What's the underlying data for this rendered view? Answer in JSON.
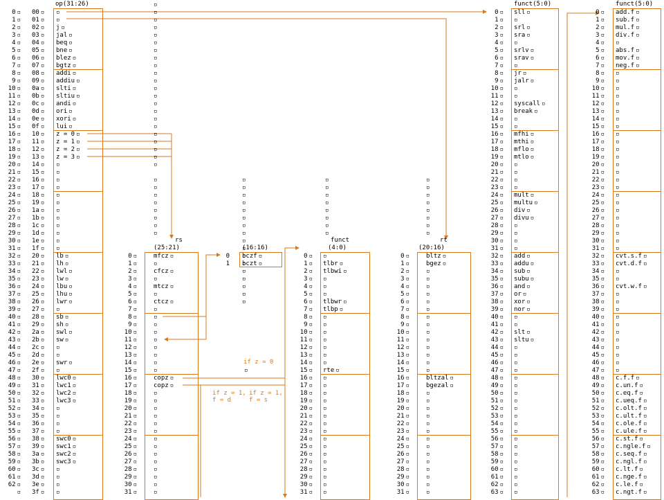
{
  "accent": "#d97a1c",
  "op_col": {
    "header": "op(31:26)",
    "dec": [
      "0",
      "1",
      "2",
      "3",
      "4",
      "5",
      "6",
      "7",
      "8",
      "9",
      "10",
      "11",
      "12",
      "13",
      "14",
      "15",
      "16",
      "17",
      "18",
      "19",
      "20",
      "21",
      "22",
      "23",
      "24",
      "25",
      "26",
      "27",
      "28",
      "29",
      "30",
      "31",
      "32",
      "33",
      "34",
      "35",
      "36",
      "37",
      "38",
      "39",
      "40",
      "41",
      "42",
      "43",
      "44",
      "45",
      "46",
      "47",
      "48",
      "49",
      "50",
      "51",
      "52",
      "53",
      "54",
      "55",
      "56",
      "57",
      "58",
      "59",
      "60",
      "61",
      "62",
      ""
    ],
    "hex": [
      "00",
      "01",
      "02",
      "03",
      "04",
      "05",
      "06",
      "07",
      "08",
      "09",
      "0a",
      "0b",
      "0c",
      "0d",
      "0e",
      "0f",
      "10",
      "11",
      "12",
      "13",
      "14",
      "15",
      "16",
      "17",
      "18",
      "19",
      "1a",
      "1b",
      "1c",
      "1d",
      "1e",
      "1f",
      "20",
      "21",
      "22",
      "23",
      "24",
      "25",
      "26",
      "27",
      "28",
      "29",
      "2a",
      "2b",
      "2c",
      "2d",
      "2e",
      "2f",
      "30",
      "31",
      "32",
      "33",
      "34",
      "35",
      "36",
      "37",
      "38",
      "39",
      "3a",
      "3b",
      "3c",
      "3d",
      "3e",
      "3f"
    ],
    "names": [
      "",
      "",
      "j",
      "jal",
      "beq",
      "bne",
      "blez",
      "bgtz",
      "addi",
      "addiu",
      "slti",
      "sltiu",
      "andi",
      "ori",
      "xori",
      "lui",
      "z = 0",
      "z = 1",
      "z = 2",
      "z = 3",
      "",
      "",
      "",
      "",
      "",
      "",
      "",
      "",
      "",
      "",
      "",
      "",
      "lb",
      "lh",
      "lwl",
      "lw",
      "lbu",
      "lhu",
      "lwr",
      "",
      "sb",
      "sh",
      "swl",
      "sw",
      "",
      "",
      "swr",
      "",
      "lwc0",
      "lwc1",
      "lwc2",
      "lwc3",
      "",
      "",
      "",
      "",
      "swc0",
      "swc1",
      "swc2",
      "swc3",
      "",
      "",
      "",
      ""
    ]
  },
  "rs_col": {
    "header1": "rs",
    "header2": "(25:21)",
    "dec": [
      "0",
      "1",
      "2",
      "3",
      "4",
      "5",
      "6",
      "7",
      "8",
      "9",
      "10",
      "11",
      "12",
      "13",
      "14",
      "15",
      "16",
      "17",
      "18",
      "19",
      "20",
      "21",
      "22",
      "23",
      "24",
      "25",
      "26",
      "27",
      "28",
      "29",
      "30",
      "31"
    ],
    "names": [
      "mfcz",
      "",
      "cfcz",
      "",
      "mtcz",
      "",
      "ctcz",
      "",
      "",
      "",
      "",
      "",
      "",
      "",
      "",
      "",
      "copz",
      "copz",
      "",
      "",
      "",
      "",
      "",
      "",
      "",
      "",
      "",
      "",
      "",
      "",
      "",
      ""
    ]
  },
  "bc_col": {
    "header": "(16:16)",
    "dec": [
      "0",
      "1"
    ],
    "names": [
      "bczf",
      "bczt"
    ]
  },
  "cp0_col": {
    "header1": "funct",
    "header2": "(4:0)",
    "dec": [
      "0",
      "1",
      "2",
      "3",
      "4",
      "5",
      "6",
      "7",
      "8",
      "9",
      "10",
      "11",
      "12",
      "13",
      "14",
      "15",
      "16",
      "17",
      "18",
      "19",
      "20",
      "21",
      "22",
      "23",
      "24",
      "25",
      "26",
      "27",
      "28",
      "29",
      "30",
      "31"
    ],
    "names": [
      "",
      "tlbr",
      "tlbwi",
      "",
      "",
      "",
      "tlbwr",
      "tlbp",
      "",
      "",
      "",
      "",
      "",
      "",
      "",
      "rte",
      "",
      "",
      "",
      "",
      "",
      "",
      "",
      "",
      "",
      "",
      "",
      "",
      "",
      "",
      "",
      ""
    ]
  },
  "rt_col": {
    "header1": "rt",
    "header2": "(20:16)",
    "dec": [
      "0",
      "1",
      "2",
      "3",
      "4",
      "5",
      "6",
      "7",
      "8",
      "9",
      "10",
      "11",
      "12",
      "13",
      "14",
      "15",
      "16",
      "17",
      "18",
      "19",
      "20",
      "21",
      "22",
      "23",
      "24",
      "25",
      "26",
      "27",
      "28",
      "29",
      "30",
      "31"
    ],
    "names": [
      "bltz",
      "bgez",
      "",
      "",
      "",
      "",
      "",
      "",
      "",
      "",
      "",
      "",
      "",
      "",
      "",
      "",
      "bltzal",
      "bgezal",
      "",
      "",
      "",
      "",
      "",
      "",
      "",
      "",
      "",
      "",
      "",
      "",
      "",
      ""
    ]
  },
  "funct_col": {
    "header": "funct(5:0)",
    "dec": [
      "0",
      "1",
      "2",
      "3",
      "4",
      "5",
      "6",
      "7",
      "8",
      "9",
      "10",
      "11",
      "12",
      "13",
      "14",
      "15",
      "16",
      "17",
      "18",
      "19",
      "20",
      "21",
      "22",
      "23",
      "24",
      "25",
      "26",
      "27",
      "28",
      "29",
      "30",
      "31",
      "32",
      "33",
      "34",
      "35",
      "36",
      "37",
      "38",
      "39",
      "40",
      "41",
      "42",
      "43",
      "44",
      "45",
      "46",
      "47",
      "48",
      "49",
      "50",
      "51",
      "52",
      "53",
      "54",
      "55",
      "56",
      "57",
      "58",
      "59",
      "60",
      "61",
      "62",
      "63"
    ],
    "names": [
      "sll",
      "",
      "srl",
      "sra",
      "",
      "srlv",
      "srav",
      "",
      "jr",
      "jalr",
      "",
      "",
      "syscall",
      "break",
      "",
      "",
      "mfhi",
      "mthi",
      "mflo",
      "mtlo",
      "",
      "",
      "",
      "",
      "mult",
      "multu",
      "div",
      "divu",
      "",
      "",
      "",
      "",
      "add",
      "addu",
      "sub",
      "subu",
      "and",
      "or",
      "xor",
      "nor",
      "",
      "",
      "slt",
      "sltu",
      "",
      "",
      "",
      "",
      "",
      "",
      "",
      "",
      "",
      "",
      "",
      "",
      "",
      "",
      "",
      "",
      "",
      "",
      "",
      ""
    ]
  },
  "fpu_col": {
    "header": "funct(5:0)",
    "dec": [
      "0",
      "1",
      "2",
      "3",
      "4",
      "5",
      "6",
      "7",
      "8",
      "9",
      "10",
      "11",
      "12",
      "13",
      "14",
      "15",
      "16",
      "17",
      "18",
      "19",
      "20",
      "21",
      "22",
      "23",
      "24",
      "25",
      "26",
      "27",
      "28",
      "29",
      "30",
      "31",
      "32",
      "33",
      "34",
      "35",
      "36",
      "37",
      "38",
      "39",
      "40",
      "41",
      "42",
      "43",
      "44",
      "45",
      "46",
      "47",
      "48",
      "49",
      "50",
      "51",
      "52",
      "53",
      "54",
      "55",
      "56",
      "57",
      "58",
      "59",
      "60",
      "61",
      "62",
      "63"
    ],
    "names": [
      "add.f",
      "sub.f",
      "mul.f",
      "div.f",
      "",
      "abs.f",
      "mov.f",
      "neg.f",
      "",
      "",
      "",
      "",
      "",
      "",
      "",
      "",
      "",
      "",
      "",
      "",
      "",
      "",
      "",
      "",
      "",
      "",
      "",
      "",
      "",
      "",
      "",
      "",
      "cvt.s.f",
      "cvt.d.f",
      "",
      "",
      "cvt.w.f",
      "",
      "",
      "",
      "",
      "",
      "",
      "",
      "",
      "",
      "",
      "",
      "c.f.f",
      "c.un.f",
      "c.eq.f",
      "c.ueq.f",
      "c.olt.f",
      "c.ult.f",
      "c.ole.f",
      "c.ule.f",
      "c.st.f",
      "c.ngle.f",
      "c.seq.f",
      "c.ngl.f",
      "c.lt.f",
      "c.nge.f",
      "c.le.f",
      "c.ngt.f"
    ]
  },
  "notes": {
    "ifz0": "if z = 0",
    "ifz1_fd": "if z = 1,\nf = d",
    "ifz1_fs": "if z = 1,\nf = s"
  }
}
